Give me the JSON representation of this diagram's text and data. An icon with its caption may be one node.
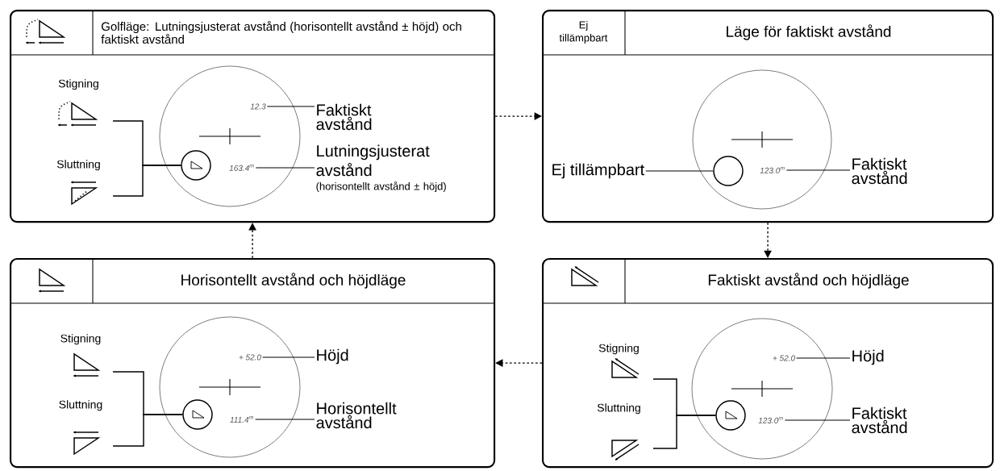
{
  "diagram": {
    "nodes": [
      {
        "text": [
          "Golfläge: Lutningsjusterat avstånd (horisontellt avstånd ± höjd) och faktiskt avstånd"
        ]
      },
      {
        "text": [],
        "shape": "circle",
        "in": 0
      },
      {
        "text": [
          "Stigning"
        ],
        "in": 0
      },
      {
        "text": [
          "Sluttning"
        ],
        "in": 0
      },
      {
        "text": [],
        "shape": "circle",
        "in": 1
      },
      {
        "text": [
          "12.3"
        ],
        "in": 1
      },
      {
        "text": [
          "163.4$^{m}$"
        ],
        "in": 1
      },
      {
        "text": [
          "Faktiskt avstånd"
        ],
        "in": 0
      },
      {
        "text": [
          "Lutningsjusterat avstånd",
          "(horisontellt avstånd ± höjd)"
        ],
        "in": 0
      },
      {
        "text": [
          "Ej tillämpbart",
          "Läge för faktiskt avstånd"
        ]
      },
      {
        "text": [],
        "shape": "circle",
        "in": 9
      },
      {
        "text": [
          "Ej tillämpbart"
        ],
        "in": 9
      },
      {
        "text": [],
        "shape": "circle",
        "in": 10
      },
      {
        "text": [
          "123.0$^{m}$"
        ],
        "in": 10
      },
      {
        "text": [
          "Faktiskt avstånd"
        ],
        "in": 9
      },
      {
        "text": [
          "Horisontellt avstånd och höjdläge"
        ]
      },
      {
        "text": [],
        "shape": "circle",
        "in": 15
      },
      {
        "text": [
          "Stigning"
        ],
        "in": 15
      },
      {
        "text": [
          "Sluttning"
        ],
        "in": 15
      },
      {
        "text": [],
        "shape": "circle",
        "in": 16
      },
      {
        "text": [
          "+ 52.0"
        ],
        "in": 16
      },
      {
        "text": [
          "111.4$^{m}$"
        ],
        "in": 16
      },
      {
        "text": [
          "Höjd"
        ],
        "in": 15
      },
      {
        "text": [
          "Horisontellt avstånd"
        ],
        "in": 15
      },
      {
        "text": [
          "Faktiskt avstånd och höjdläge"
        ]
      },
      {
        "text": [],
        "shape": "circle",
        "in": 24
      },
      {
        "text": [
          "Stigning"
        ],
        "in": 24
      },
      {
        "text": [
          "Sluttning"
        ],
        "in": 24
      },
      {
        "text": [],
        "shape": "circle",
        "in": 25
      },
      {
        "text": [
          "+ 52.0"
        ],
        "in": 25
      },
      {
        "text": [
          "123.0$^{m}$"
        ],
        "in": 25
      },
      {
        "text": [
          "Höjd"
        ],
        "in": 24
      },
      {
        "text": [
          "Faktiskt avstånd"
        ],
        "in": 24
      }
    ],
    "edges": [
      {
        "from": 0,
        "to": 9,
        "arrow": "to",
        "style": "dashed"
      },
      {
        "from": 9,
        "to": 24,
        "arrow": "to",
        "style": "dashed"
      },
      {
        "from": 24,
        "to": 15,
        "arrow": "to",
        "style": "dashed"
      },
      {
        "from": 15,
        "to": 0,
        "arrow": "to",
        "style": "dashed"
      },
      {
        "from": 2,
        "to": 4,
        "arrow": "none"
      },
      {
        "from": 3,
        "to": 4,
        "arrow": "none"
      },
      {
        "from": 7,
        "to": 5,
        "arrow": "none"
      },
      {
        "from": 8,
        "to": 6,
        "arrow": "none"
      },
      {
        "from": 11,
        "to": 12,
        "arrow": "none"
      },
      {
        "from": 14,
        "to": 13,
        "arrow": "none"
      },
      {
        "from": 17,
        "to": 19,
        "arrow": "none"
      },
      {
        "from": 18,
        "to": 19,
        "arrow": "none"
      },
      {
        "from": 22,
        "to": 20,
        "arrow": "none"
      },
      {
        "from": 23,
        "to": 21,
        "arrow": "none"
      },
      {
        "from": 26,
        "to": 28,
        "arrow": "none"
      },
      {
        "from": 27,
        "to": 28,
        "arrow": "none"
      },
      {
        "from": 31,
        "to": 29,
        "arrow": "none"
      },
      {
        "from": 32,
        "to": 30,
        "arrow": "none"
      }
    ]
  }
}
